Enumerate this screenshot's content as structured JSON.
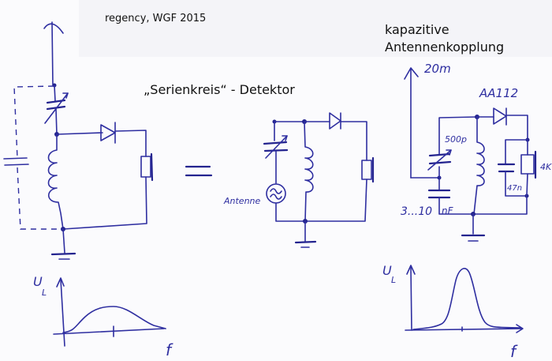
{
  "header": {
    "credit": "regency, WGF 2015"
  },
  "titles": {
    "middle": "„Serienkreis“ - Detektor",
    "right_line1": "kapazitive",
    "right_line2": "Antennenkopplung"
  },
  "schematic_left": {
    "components": [
      "antenna",
      "variable-capacitor",
      "inductor",
      "diode",
      "earphone",
      "ground"
    ],
    "parasitic_capacitance": "dashed"
  },
  "equals_sign": "=",
  "schematic_middle": {
    "source_label": "Antenne",
    "components": [
      "variable-capacitor",
      "ac-source",
      "inductor",
      "diode",
      "earphone",
      "ground"
    ]
  },
  "schematic_right": {
    "antenna_label": "20m",
    "diode_label": "AA112",
    "variable_cap_label": "500p",
    "coupling_cap_label": "3...10",
    "coupling_cap_unit": "nF",
    "bypass_cap_label": "47n",
    "earphone_label": "4K"
  },
  "graph_left": {
    "ylabel": "U",
    "ylabel_sub": "L",
    "xlabel": "f",
    "shape": "broad resonance"
  },
  "graph_right": {
    "ylabel": "U",
    "ylabel_sub": "L",
    "xlabel": "f",
    "shape": "sharp resonance"
  },
  "colors": {
    "ink": "#2e2ea0",
    "text": "#111111",
    "background": "#fbfbfd",
    "header_panel": "#f4f4f8"
  }
}
